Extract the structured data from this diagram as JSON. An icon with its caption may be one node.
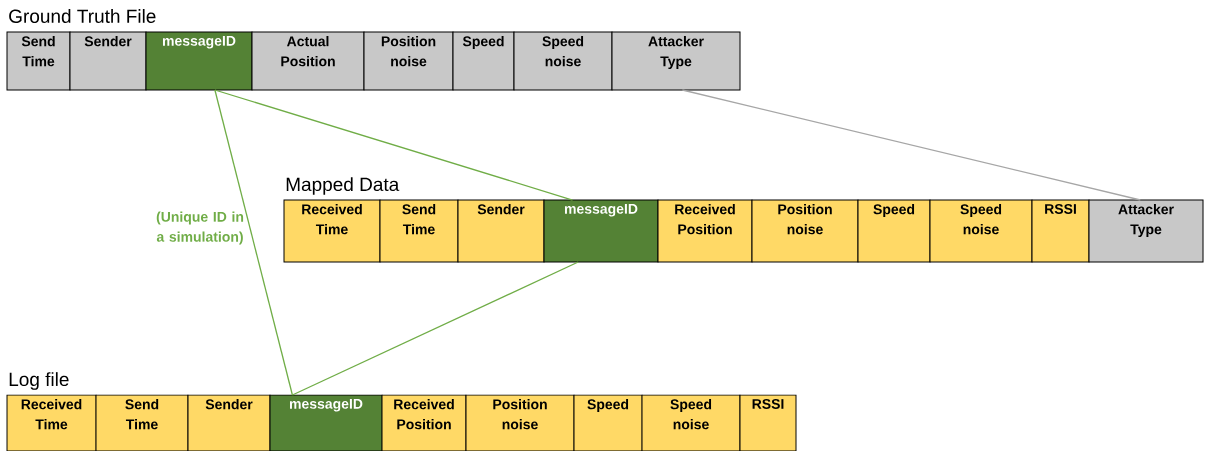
{
  "diagram": {
    "nodes": [
      {
        "text": [
          "Send Time"
        ]
      },
      {
        "text": [
          "Sender"
        ]
      },
      {
        "text": [
          "messageID"
        ]
      },
      {
        "text": [
          "Actual Position"
        ]
      },
      {
        "text": [
          "Position noise"
        ]
      },
      {
        "text": [
          "Speed"
        ]
      },
      {
        "text": [
          "Speed noise"
        ]
      },
      {
        "text": [
          "Attacker Type"
        ]
      },
      {
        "text": [
          "Received Time"
        ]
      },
      {
        "text": [
          "Send Time"
        ]
      },
      {
        "text": [
          "Sender"
        ]
      },
      {
        "text": [
          "messageID"
        ]
      },
      {
        "text": [
          "Received Position"
        ]
      },
      {
        "text": [
          "Position noise"
        ]
      },
      {
        "text": [
          "Speed"
        ]
      },
      {
        "text": [
          "Speed noise"
        ]
      },
      {
        "text": [
          "RSSI"
        ]
      },
      {
        "text": [
          "Attacker Type"
        ]
      },
      {
        "text": [
          "Received Time"
        ]
      },
      {
        "text": [
          "Send Time"
        ]
      },
      {
        "text": [
          "Sender"
        ]
      },
      {
        "text": [
          "messageID"
        ]
      },
      {
        "text": [
          "Received Position"
        ]
      },
      {
        "text": [
          "Position noise"
        ]
      },
      {
        "text": [
          "Speed"
        ]
      },
      {
        "text": [
          "Speed noise"
        ]
      },
      {
        "text": [
          "RSSI"
        ]
      }
    ],
    "edges": [
      {
        "from": 2,
        "to": 11,
        "arrow": "none",
        "color": "#70ad47"
      },
      {
        "from": 2,
        "to": 21,
        "arrow": "none",
        "label": "(Unique ID in a simulation)",
        "color": "#70ad47"
      },
      {
        "from": 11,
        "to": 21,
        "arrow": "none",
        "color": "#70ad47"
      },
      {
        "from": 7,
        "to": 17,
        "arrow": "none",
        "color": "#a6a6a6"
      }
    ],
    "labels": [
      "Ground Truth File",
      "Mapped Data",
      "Log file"
    ]
  }
}
